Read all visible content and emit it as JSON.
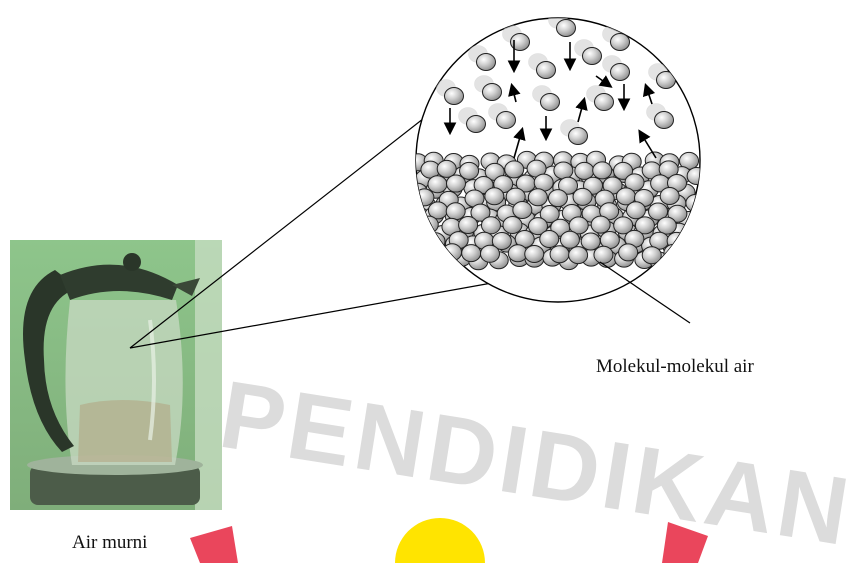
{
  "labels": {
    "molecules": "Molekul-molekul air",
    "pure_water": "Air murni"
  },
  "watermark": {
    "text": "PENDIDIKAN"
  },
  "colors": {
    "molecule_fill": "#b9b9b9",
    "molecule_ghost": "#d8d8d8",
    "photo_background": "#8fbf86",
    "kettle_dark": "#2d3a2c",
    "watermark_red": "#e8324a",
    "watermark_yellow": "#ffe400"
  },
  "icons": {
    "photo": "kettle-photo",
    "arrow": "arrow-icon"
  }
}
